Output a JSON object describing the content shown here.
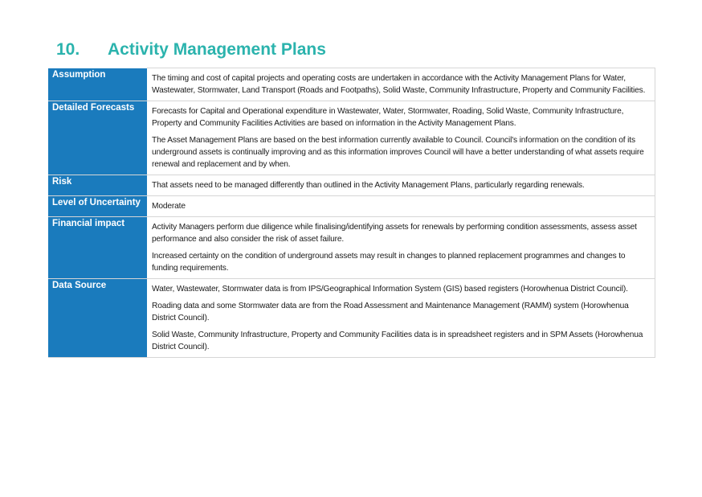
{
  "section": {
    "number": "10.",
    "title": "Activity Management Plans"
  },
  "rows": [
    {
      "label": "Assumption",
      "paragraphs": [
        "The timing and cost of capital projects and operating costs are undertaken in accordance with the Activity Management Plans for Water, Wastewater, Stormwater, Land Transport (Roads and Footpaths), Solid Waste, Community Infrastructure, Property and Community Facilities."
      ]
    },
    {
      "label": "Detailed Forecasts",
      "paragraphs": [
        "Forecasts for Capital and Operational expenditure in Wastewater, Water, Stormwater, Roading, Solid Waste, Community Infrastructure, Property and Community Facilities Activities are based on information in the Activity Management Plans.",
        "The Asset Management Plans are based on the best information currently available to Council. Council's information on the condition of its underground assets is continually improving and as this information improves Council will have a better understanding of what assets require renewal and replacement and by when."
      ]
    },
    {
      "label": "Risk",
      "paragraphs": [
        "That assets need to be managed differently than outlined in the Activity Management Plans, particularly regarding renewals."
      ]
    },
    {
      "label": "Level of Uncertainty",
      "paragraphs": [
        "Moderate"
      ]
    },
    {
      "label": "Financial impact",
      "paragraphs": [
        "Activity Managers perform due diligence while finalising/identifying assets for renewals by performing condition assessments, assess asset performance and also consider the risk of asset failure.",
        "Increased certainty on the condition of underground assets may result in changes to planned replacement programmes and changes to funding requirements."
      ]
    },
    {
      "label": "Data Source",
      "paragraphs": [
        "Water, Wastewater, Stormwater data is from IPS/Geographical Information System (GIS) based registers (Horowhenua District Council).",
        "Roading data and some Stormwater data are from the Road Assessment and Maintenance Management (RAMM) system (Horowhenua District Council).",
        "Solid Waste, Community Infrastructure, Property and Community Facilities data is in spreadsheet registers and in SPM Assets (Horowhenua District Council)."
      ]
    }
  ],
  "colors": {
    "heading": "#2bb3ad",
    "label_bg": "#1a7bbd",
    "label_text": "#ffffff"
  }
}
